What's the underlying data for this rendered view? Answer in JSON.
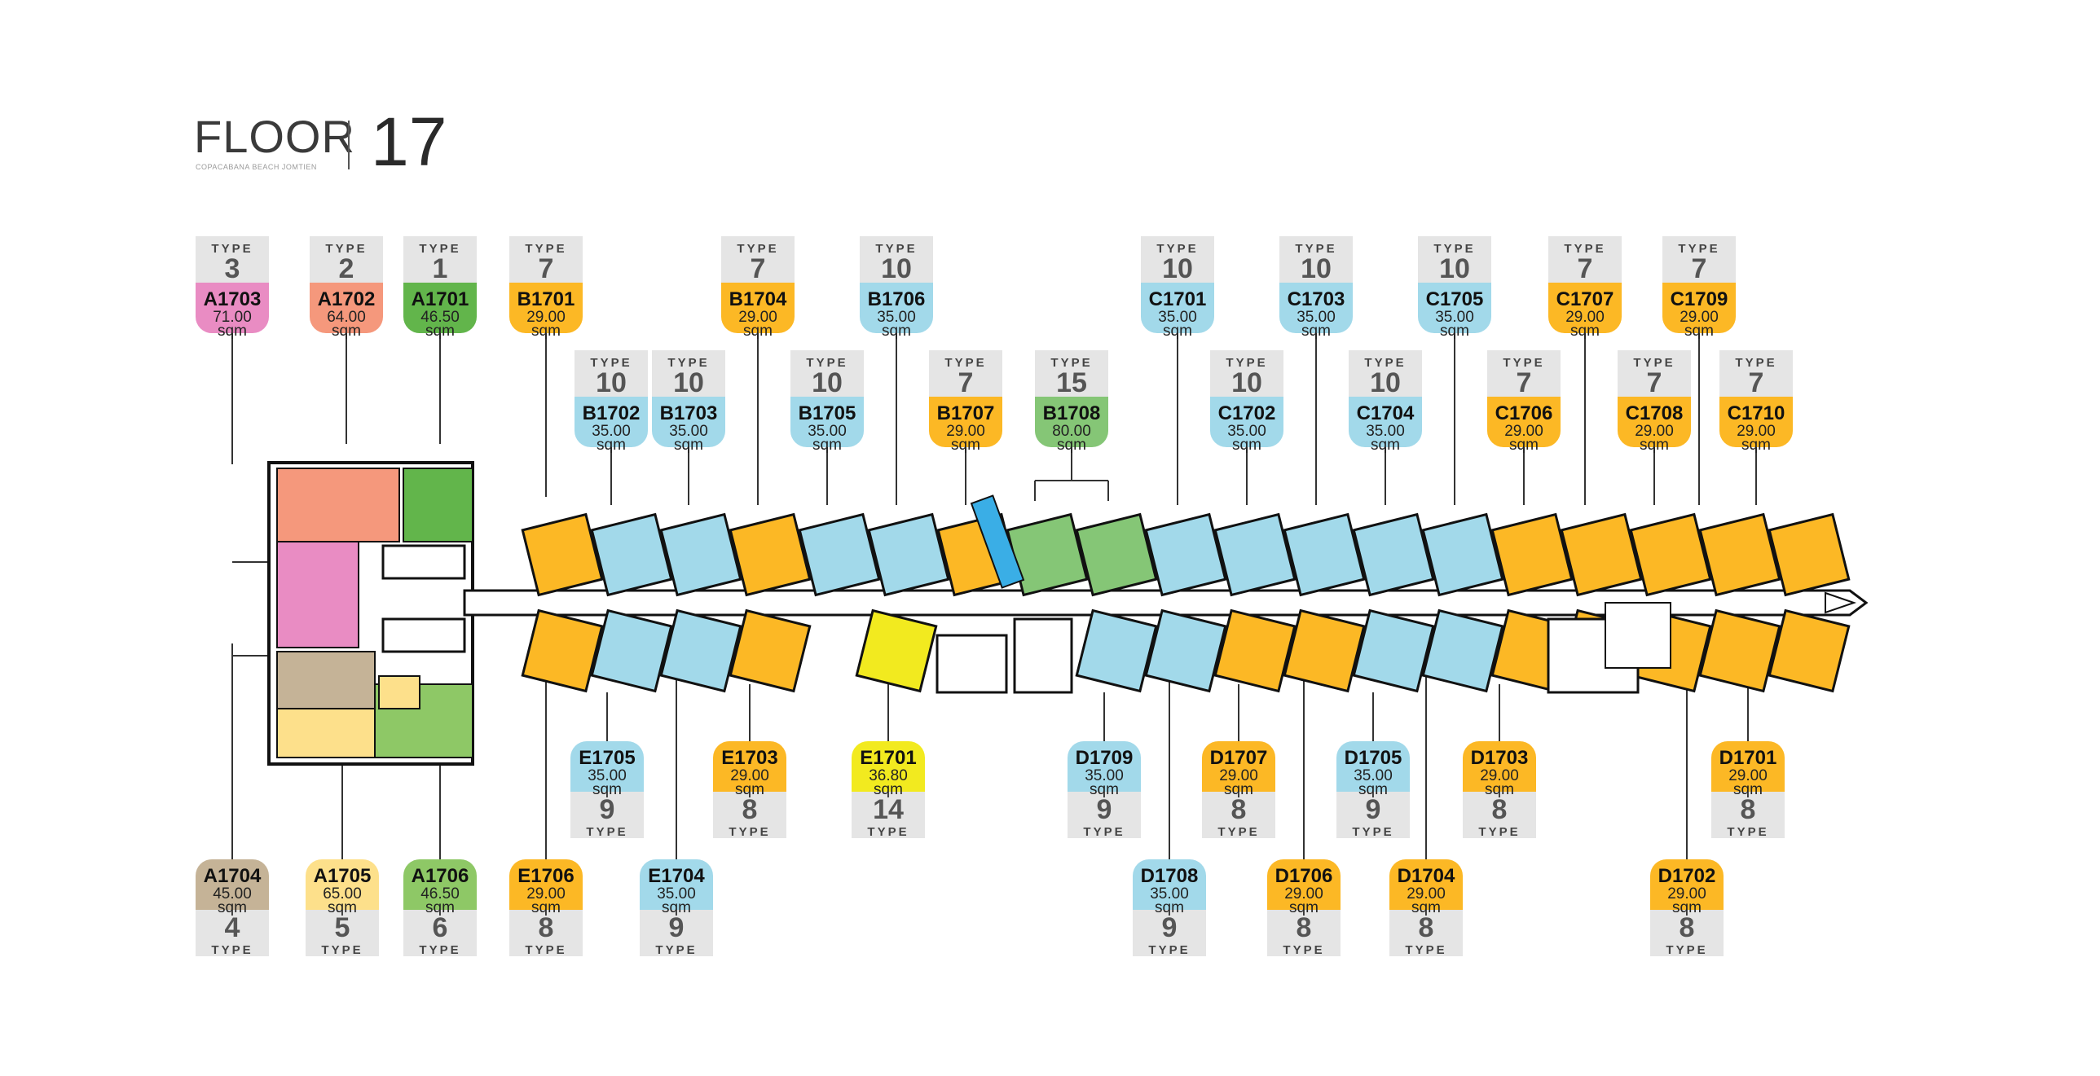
{
  "header": {
    "floor_word": "FLOOR",
    "floor_number": "17",
    "subtitle": "COPACABANA BEACH JOMTIEN"
  },
  "type_word": "TYPE",
  "area_unit": "sqm",
  "colors": {
    "type_1": "#62b54b",
    "type_2": "#f5987c",
    "type_3": "#e98cc3",
    "type_4": "#c5b397",
    "type_5": "#fde08b",
    "type_6": "#8ec866",
    "type_7": "#fcb825",
    "type_8": "#fcb825",
    "type_9": "#a2d9ea",
    "type_10": "#a2d9ea",
    "type_14": "#f2ea1f",
    "type_15": "#85c676",
    "type_label_bg": "#e5e5e5",
    "corridor": "#ffffff",
    "wall": "#111111"
  },
  "units": [
    {
      "id": "A1703",
      "type": "3",
      "area": "71.00",
      "dir": "up"
    },
    {
      "id": "A1702",
      "type": "2",
      "area": "64.00",
      "dir": "up"
    },
    {
      "id": "A1701",
      "type": "1",
      "area": "46.50",
      "dir": "up"
    },
    {
      "id": "B1701",
      "type": "7",
      "area": "29.00",
      "dir": "up"
    },
    {
      "id": "B1702",
      "type": "10",
      "area": "35.00",
      "dir": "up"
    },
    {
      "id": "B1703",
      "type": "10",
      "area": "35.00",
      "dir": "up"
    },
    {
      "id": "B1704",
      "type": "7",
      "area": "29.00",
      "dir": "up"
    },
    {
      "id": "B1705",
      "type": "10",
      "area": "35.00",
      "dir": "up"
    },
    {
      "id": "B1706",
      "type": "10",
      "area": "35.00",
      "dir": "up"
    },
    {
      "id": "B1707",
      "type": "7",
      "area": "29.00",
      "dir": "up"
    },
    {
      "id": "B1708",
      "type": "15",
      "area": "80.00",
      "dir": "up"
    },
    {
      "id": "C1701",
      "type": "10",
      "area": "35.00",
      "dir": "up"
    },
    {
      "id": "C1702",
      "type": "10",
      "area": "35.00",
      "dir": "up"
    },
    {
      "id": "C1703",
      "type": "10",
      "area": "35.00",
      "dir": "up"
    },
    {
      "id": "C1704",
      "type": "10",
      "area": "35.00",
      "dir": "up"
    },
    {
      "id": "C1705",
      "type": "10",
      "area": "35.00",
      "dir": "up"
    },
    {
      "id": "C1706",
      "type": "7",
      "area": "29.00",
      "dir": "up"
    },
    {
      "id": "C1707",
      "type": "7",
      "area": "29.00",
      "dir": "up"
    },
    {
      "id": "C1708",
      "type": "7",
      "area": "29.00",
      "dir": "up"
    },
    {
      "id": "C1709",
      "type": "7",
      "area": "29.00",
      "dir": "up"
    },
    {
      "id": "C1710",
      "type": "7",
      "area": "29.00",
      "dir": "up"
    },
    {
      "id": "E1705",
      "type": "9",
      "area": "35.00",
      "dir": "down"
    },
    {
      "id": "E1703",
      "type": "8",
      "area": "29.00",
      "dir": "down"
    },
    {
      "id": "E1701",
      "type": "14",
      "area": "36.80",
      "dir": "down"
    },
    {
      "id": "D1709",
      "type": "9",
      "area": "35.00",
      "dir": "down"
    },
    {
      "id": "D1707",
      "type": "8",
      "area": "29.00",
      "dir": "down"
    },
    {
      "id": "D1705",
      "type": "9",
      "area": "35.00",
      "dir": "down"
    },
    {
      "id": "D1703",
      "type": "8",
      "area": "29.00",
      "dir": "down"
    },
    {
      "id": "D1701",
      "type": "8",
      "area": "29.00",
      "dir": "down"
    },
    {
      "id": "A1704",
      "type": "4",
      "area": "45.00",
      "dir": "down"
    },
    {
      "id": "A1705",
      "type": "5",
      "area": "65.00",
      "dir": "down"
    },
    {
      "id": "A1706",
      "type": "6",
      "area": "46.50",
      "dir": "down"
    },
    {
      "id": "E1706",
      "type": "8",
      "area": "29.00",
      "dir": "down"
    },
    {
      "id": "E1704",
      "type": "9",
      "area": "35.00",
      "dir": "down"
    },
    {
      "id": "D1708",
      "type": "9",
      "area": "35.00",
      "dir": "down"
    },
    {
      "id": "D1706",
      "type": "8",
      "area": "29.00",
      "dir": "down"
    },
    {
      "id": "D1704",
      "type": "8",
      "area": "29.00",
      "dir": "down"
    },
    {
      "id": "D1702",
      "type": "8",
      "area": "29.00",
      "dir": "down"
    }
  ]
}
